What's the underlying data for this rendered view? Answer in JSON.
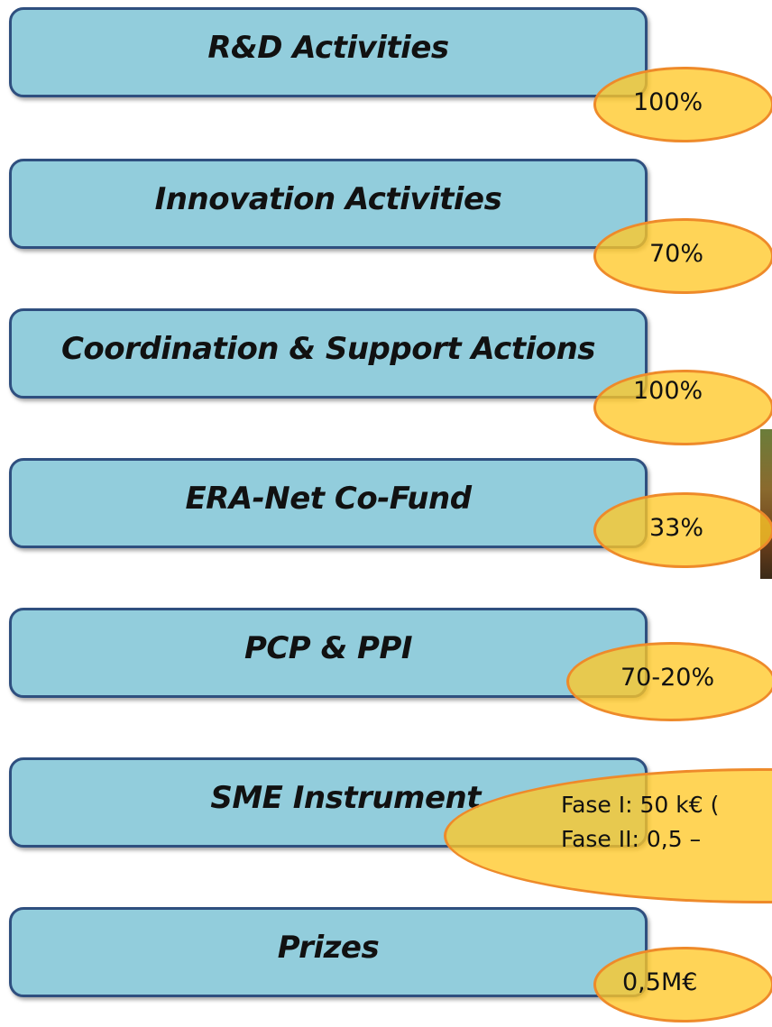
{
  "items": [
    {
      "label": "R&D Activities",
      "value": "100%"
    },
    {
      "label": "Innovation Activities",
      "value": "70%"
    },
    {
      "label": "Coordination & Support Actions",
      "value": "100%"
    },
    {
      "label": "ERA-Net Co-Fund",
      "value": "33%"
    },
    {
      "label": "PCP & PPI",
      "value": "70-20%"
    },
    {
      "label": "SME Instrument",
      "value_lines": [
        "Fase I: 50 k€ (",
        "Fase II: 0,5 – "
      ]
    },
    {
      "label": "Prizes",
      "value": "0,5M€"
    }
  ],
  "colors": {
    "box_fill": "#92cddc",
    "box_border": "#2f4f7f",
    "ellipse_fill": "#ffc828",
    "ellipse_border": "#ee8a2a"
  },
  "photo_icon": "photo-fragment"
}
